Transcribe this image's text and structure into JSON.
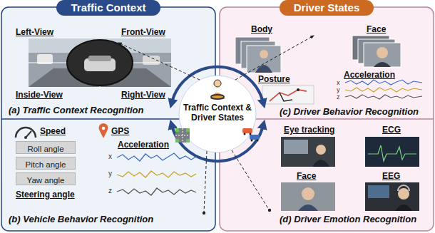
{
  "diagram": {
    "nodes": [
      {
        "text": [
          "Traffic Context"
        ]
      },
      {
        "text": [
          "Roll angle"
        ],
        "in": 0
      },
      {
        "text": [
          "Pitch angle"
        ],
        "in": 0
      },
      {
        "text": [
          "Yaw angle"
        ],
        "in": 0
      },
      {
        "text": [
          "Traffic Context & Driver States"
        ]
      },
      {
        "text": [
          "Driver States"
        ]
      }
    ],
    "labels": [
      "Left-View",
      "Front-View",
      "Inside-View",
      "Right-View",
      "(a) Traffic Context Recognition",
      "Speed",
      "GPS",
      "Steering angle",
      "Acceleration",
      "x",
      "y",
      "z",
      "(b) Vehicle Behavior Recognition",
      "Body",
      "Face",
      "Posture",
      "Acceleration",
      "x",
      "y",
      "z",
      "(c) Driver Behavior Recognition",
      "Eye tracking",
      "ECG",
      "Face",
      "EEG",
      "(d) Driver Emotion Recognition"
    ]
  }
}
